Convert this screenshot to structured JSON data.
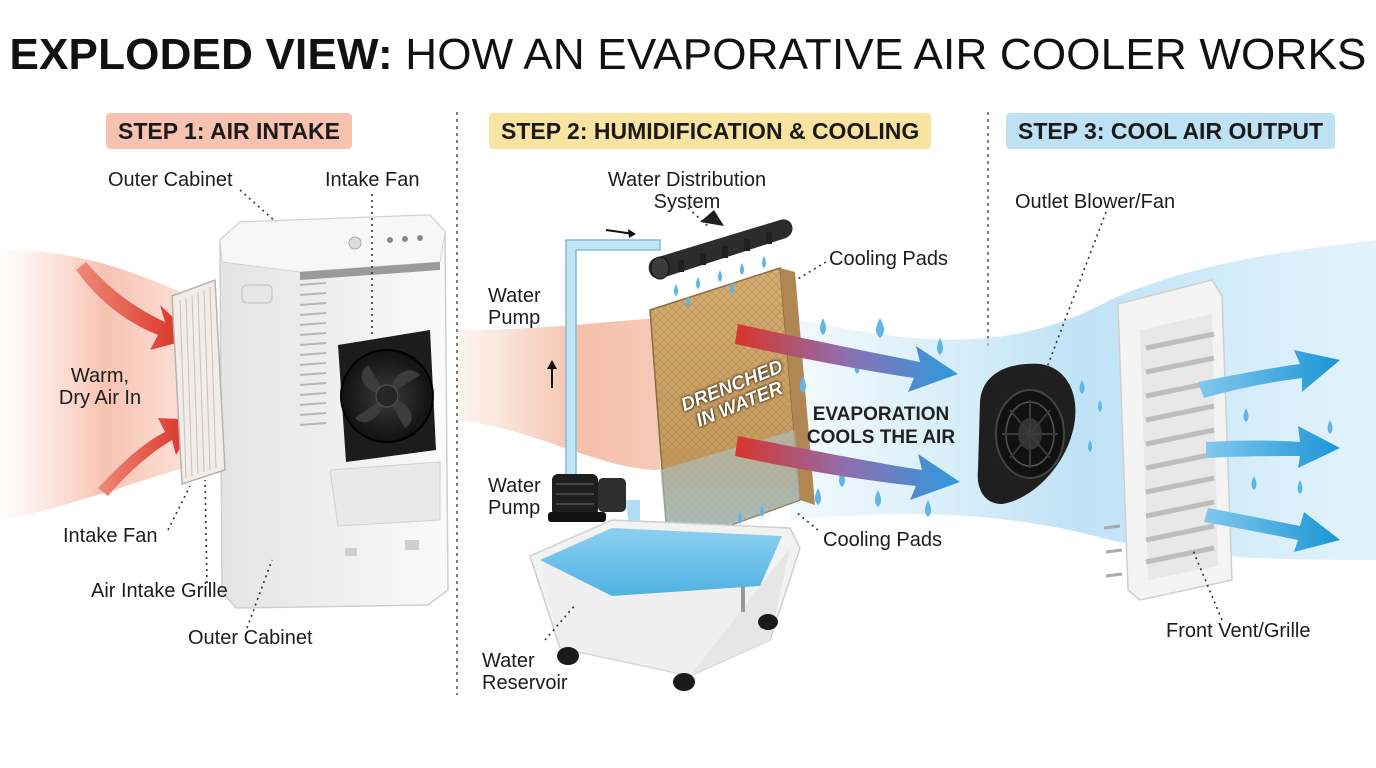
{
  "title": {
    "bold": "EXPLODED VIEW:",
    "rest": " HOW AN EVAPORATIVE AIR COOLER WORKS"
  },
  "steps": [
    {
      "label": "STEP 1: AIR INTAKE",
      "color": "#f7c3b0"
    },
    {
      "label": "STEP 2: HUMIDIFICATION & COOLING",
      "color": "#f8e4a0"
    },
    {
      "label": "STEP 3: COOL AIR OUTPUT",
      "color": "#bfe1f4"
    }
  ],
  "labels": {
    "outer_cabinet_top": "Outer Cabinet",
    "intake_fan_top": "Intake Fan",
    "warm_air": [
      "Warm,",
      "Dry Air In"
    ],
    "intake_fan_bottom": "Intake Fan",
    "air_intake_grille": "Air Intake Grille",
    "outer_cabinet_bottom": "Outer Cabinet",
    "water_distribution": [
      "Water Distribution",
      "System"
    ],
    "cooling_pads_top": "Cooling Pads",
    "water_pump_top": [
      "Water",
      "Pump"
    ],
    "water_pump_bottom": [
      "Water",
      "Pump"
    ],
    "cooling_pads_bottom": "Cooling Pads",
    "water_reservoir": [
      "Water",
      "Reservoir"
    ],
    "drenched": [
      "DRENCHED",
      "IN WATER"
    ],
    "evaporation": [
      "EVAPORATION",
      "COOLS THE AIR"
    ],
    "outlet_blower": "Outlet Blower/Fan",
    "front_vent": "Front Vent/Grille"
  },
  "colors": {
    "warm_air": "#e23a2a",
    "cool_air": "#1e9ad8",
    "water": "#7cc7ea",
    "pad": "#c9a063",
    "appliance": "#f1f1f1"
  }
}
